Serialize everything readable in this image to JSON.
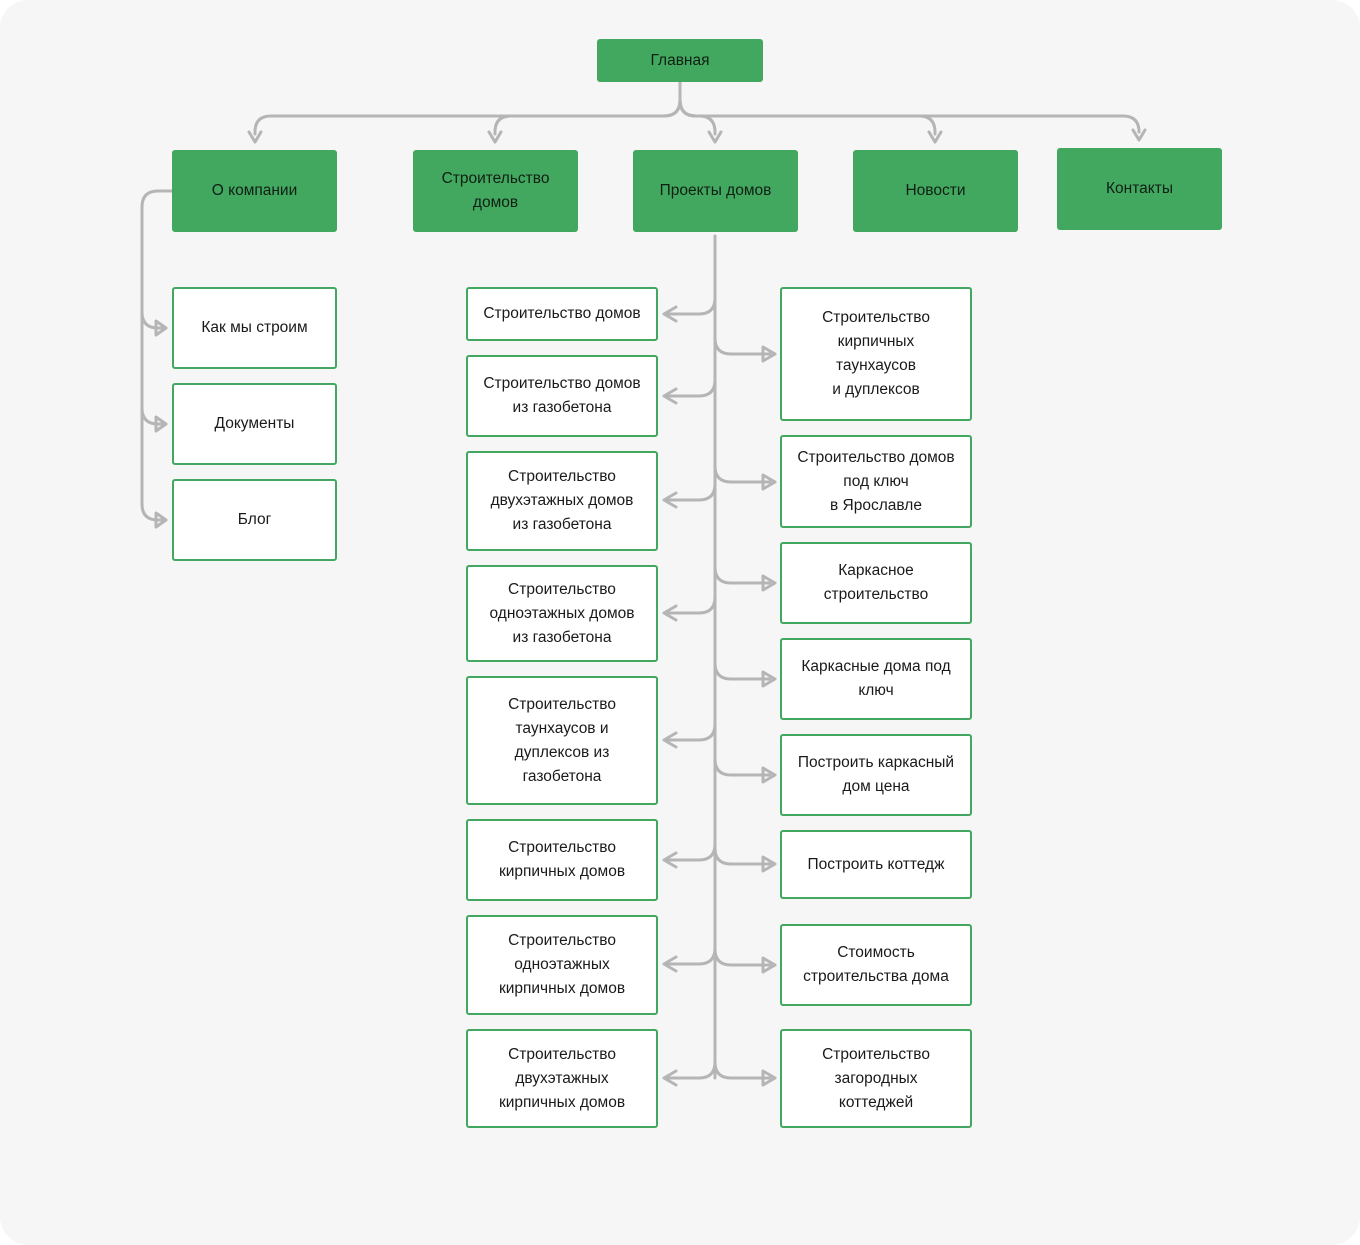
{
  "colors": {
    "accent": "#43a85f",
    "connector": "#b5b5b5",
    "background": "#f6f6f6"
  },
  "root": {
    "label": "Главная"
  },
  "sections": [
    {
      "id": "about",
      "label": "О компании"
    },
    {
      "id": "construction",
      "label": "Строительство\nдомов"
    },
    {
      "id": "projects",
      "label": "Проекты домов"
    },
    {
      "id": "news",
      "label": "Новости"
    },
    {
      "id": "contacts",
      "label": "Контакты"
    }
  ],
  "about_children": [
    {
      "label": "Как мы строим"
    },
    {
      "label": "Документы"
    },
    {
      "label": "Блог"
    }
  ],
  "projects_left": [
    {
      "label": "Строительство домов"
    },
    {
      "label": "Строительство домов\nиз газобетона"
    },
    {
      "label": "Строительство\nдвухэтажных домов\nиз газобетона"
    },
    {
      "label": "Строительство\nодноэтажных домов\nиз газобетона"
    },
    {
      "label": "Строительство\nтаунхаусов и\nдуплексов из\nгазобетона"
    },
    {
      "label": "Строительство\nкирпичных домов"
    },
    {
      "label": "Строительство\nодноэтажных\nкирпичных домов"
    },
    {
      "label": "Строительство\nдвухэтажных\nкирпичных домов"
    }
  ],
  "projects_right": [
    {
      "label": "Строительство\nкирпичных\nтаунхаусов\nи дуплексов"
    },
    {
      "label": "Строительство домов\nпод ключ\nв Ярославле"
    },
    {
      "label": "Каркасное\nстроительство"
    },
    {
      "label": "Каркасные дома под\nключ"
    },
    {
      "label": "Построить каркасный\nдом цена"
    },
    {
      "label": "Построить коттедж"
    },
    {
      "label": "Стоимость\nстроительства дома"
    },
    {
      "label": "Строительство\nзагородных\nкоттеджей"
    }
  ]
}
